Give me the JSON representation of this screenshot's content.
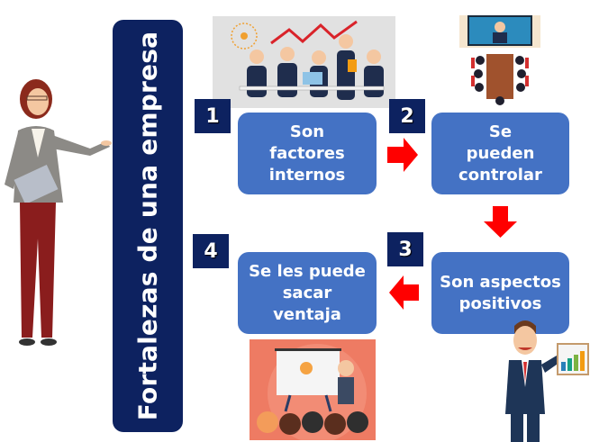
{
  "title": "Fortalezas de una empresa",
  "steps": [
    {
      "number": "1",
      "label": "Son factores internos"
    },
    {
      "number": "2",
      "label": "Se pueden controlar"
    },
    {
      "number": "3",
      "label": "Son aspectos positivos"
    },
    {
      "number": "4",
      "label": "Se les puede sacar ventaja"
    }
  ],
  "colors": {
    "title_bg": "#0d2260",
    "badge_bg": "#0d2260",
    "box_bg": "#4472c4",
    "arrow": "#ff0000"
  },
  "illustrations": {
    "top_left": "business-team-meeting-illustration",
    "top_right": "video-conference-meeting-illustration",
    "bottom": "presentation-lightbulb-illustration",
    "left": "businesswoman-presenting-illustration",
    "right": "businessman-chart-illustration"
  }
}
